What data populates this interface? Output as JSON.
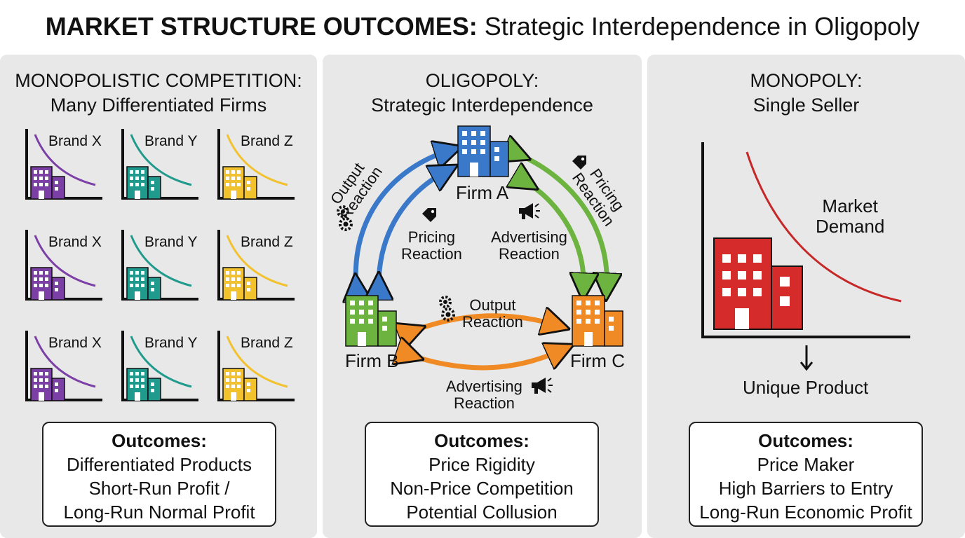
{
  "title": {
    "bold": "MARKET STRUCTURE OUTCOMES:",
    "rest": "Strategic Interdependence in Oligopoly"
  },
  "colors": {
    "purple": "#7b3fa6",
    "teal": "#1f9a8c",
    "yellow": "#f2c12e",
    "blue": "#3a78c9",
    "green": "#6cb33f",
    "orange": "#f08a24",
    "red": "#d62b2b",
    "panel": "#e8e8e8"
  },
  "monopolistic": {
    "heading1": "MONOPOLISTIC COMPETITION:",
    "heading2": "Many Differentiated Firms",
    "brands": [
      "Brand X",
      "Brand Y",
      "Brand Z"
    ],
    "outcomes_title": "Outcomes:",
    "outcomes": [
      "Differentiated Products",
      "Short-Run Profit /",
      "Long-Run Normal Profit"
    ]
  },
  "oligopoly": {
    "heading1": "OLIGOPOLY:",
    "heading2": "Strategic Interdependence",
    "firm_a": "Firm A",
    "firm_b": "Firm B",
    "firm_c": "Firm C",
    "output_reaction_line1": "Output",
    "output_reaction_line2": "Reaction",
    "pricing_reaction_line1": "Pricing",
    "pricing_reaction_line2": "Reaction",
    "advertising_reaction_line1": "Advertising",
    "advertising_reaction_line2": "Reaction",
    "outcomes_title": "Outcomes:",
    "outcomes": [
      "Price Rigidity",
      "Non-Price Competition",
      "Potential Collusion"
    ]
  },
  "monopoly": {
    "heading1": "MONOPOLY:",
    "heading2": "Single Seller",
    "demand_line1": "Market",
    "demand_line2": "Demand",
    "unique_product": "Unique Product",
    "outcomes_title": "Outcomes:",
    "outcomes": [
      "Price Maker",
      "High Barriers to Entry",
      "Long-Run Economic Profit"
    ]
  }
}
